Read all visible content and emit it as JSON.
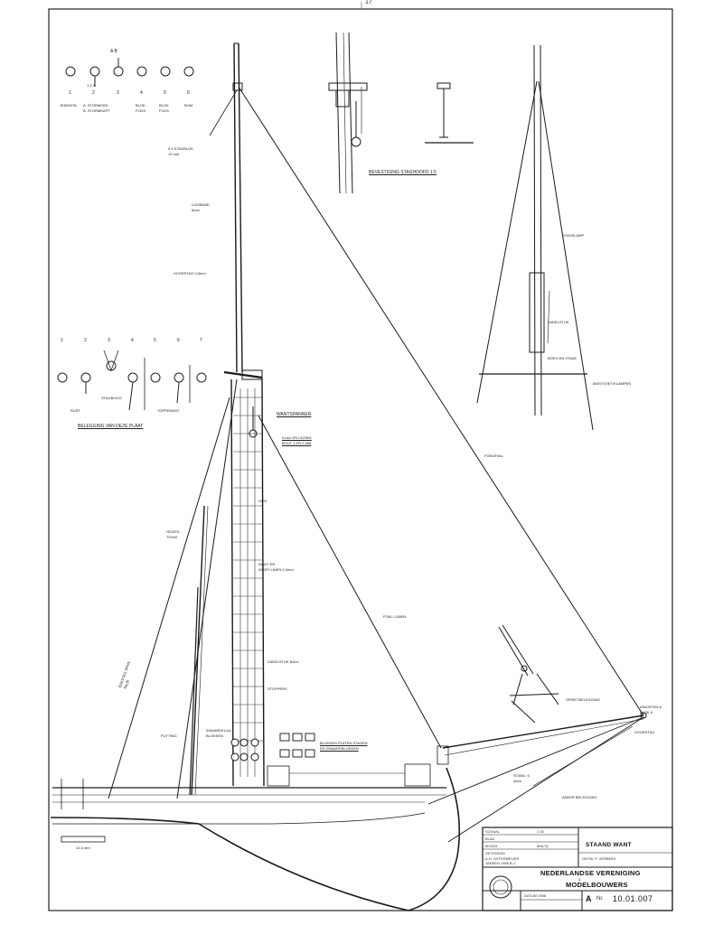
{
  "sheet": {
    "top_mark": "17"
  },
  "pin_legend_top": {
    "numbers": [
      "1",
      "2",
      "3",
      "4",
      "5",
      "6"
    ],
    "top_marks": "A  B",
    "sub_mark": "1  2  3",
    "captions": [
      "JEMONTA",
      "A. STORMOEK\nB. STORMKAPT",
      "BLOK\nFOCK",
      "BLOK\nFOCK",
      "BOM\n"
    ]
  },
  "pin_legend_mid": {
    "numbers": [
      "1",
      "2",
      "3",
      "4",
      "5",
      "6",
      "7"
    ],
    "captions": [
      "RUST",
      "STAGBOOG",
      "TOPPENANT"
    ],
    "title": "BELEGGING VAN DEZE PLAAT"
  },
  "detail_titles": {
    "masthead_detail": "BEVESTIGING STAGHOOFD 1:5"
  },
  "labels": {
    "top_mast_note": "0,4 STAGBLOK\n10 mm",
    "lantern_band": "LOGBAND\n6mm",
    "top_mast_rope": "VOORSTAG 0,5mm",
    "forestay_upper": "WANTSPANNER",
    "halyard_note": "KLAU EN LEZING\nBOUT 1 EN 2 MM",
    "fokkeval": "FOKKEVAL",
    "ratlines": "WANT EN\nWEEFLIJNEN 0,3mm",
    "mast_lower": "ZADELSTUK BALK",
    "stoppers": "STOPPERS",
    "jib_halyard": "FOKL LIJNEN",
    "rigging_blocks": "BLOKKEN PLATEN STAGEN\nEN ZWAARDBLOKKEN",
    "bowsprit_fittings": "SPRIETBELEGGING",
    "bowsprit_end": "KNUISTEN &\nBLOK 6",
    "stay_right": "VOORSTAG",
    "tackle_note": "STAND. 6\n4mm",
    "deadeyes": "ZWAARDKLAU\nBLOKKEN",
    "backstay_left": "BAKSTAG SPAN\nTALIE",
    "topping_lift": "HOOFD-\nTOUW",
    "chainplate": "PUTTING",
    "anchor_tag": "ANKER BELEGGING",
    "hull_length": "14,5 mm",
    "right_detail_label": "STAGKLAMP",
    "right_detail_block": "ZADELSTUK",
    "right_detail_spreader": "BOEG EN STAAK",
    "right_detail_base": "MASTVOET/KLAMPEN",
    "fore_halyard": "GIEK"
  },
  "title_block": {
    "scale_label": "SCHAAL",
    "scale_value": "1:15",
    "sheet_label": "BLAD",
    "model_label": "MODEL",
    "model_value": "MALTA",
    "drawn_label": "GETEKEND",
    "drawn_value": "A.H. OSTERMEIJER\nJANSEN 1988 B.J.",
    "title": "STAAND WANT",
    "designer": "ONTW. P. VERBEEK",
    "org_line1": "NEDERLANDSE VERENIGING",
    "org_amp": "&",
    "org_line2": "MODELBOUWERS",
    "date_label": "DATUM 1986",
    "sheet_no_prefix": "A",
    "sheet_no_label": "Nr.",
    "sheet_no": "10.01.007"
  }
}
